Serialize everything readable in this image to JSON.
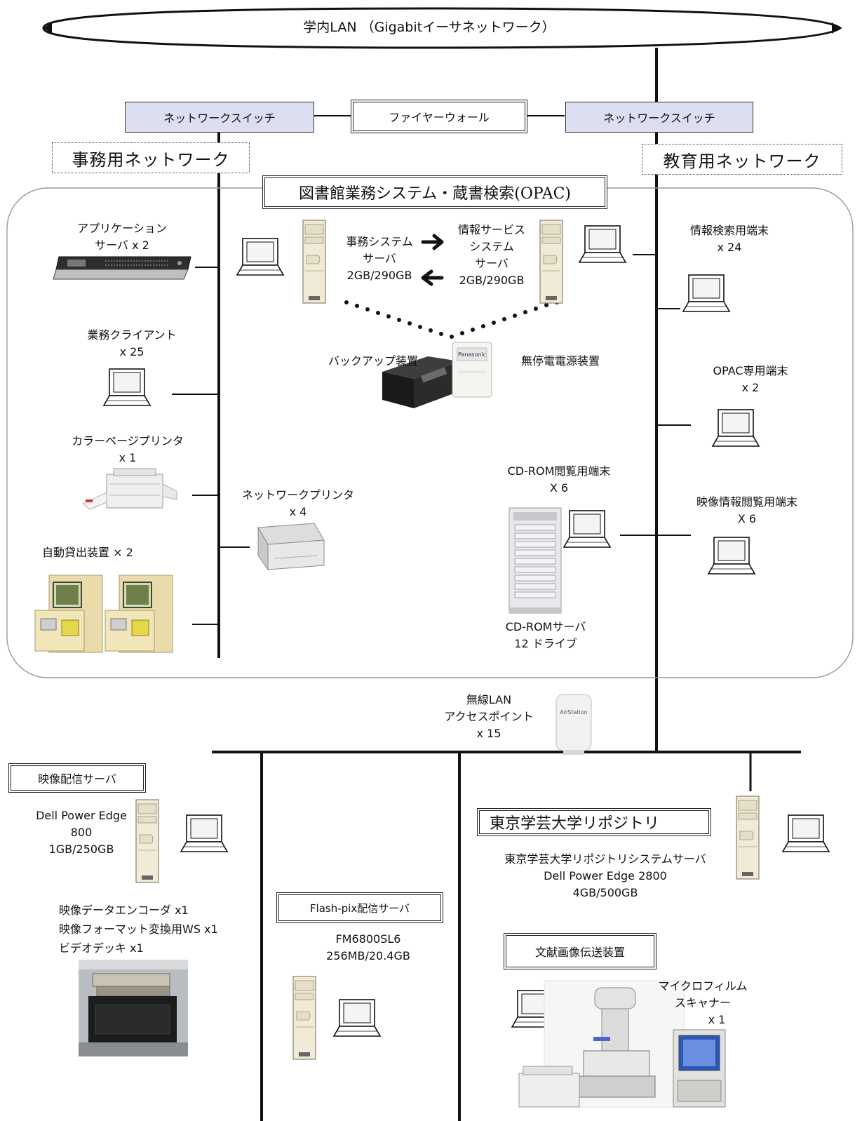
{
  "lan": {
    "label": "学内LAN （Gigabitイーサネットワーク）"
  },
  "switches": {
    "left": "ネットワークスイッチ",
    "right": "ネットワークスイッチ"
  },
  "firewall": {
    "label": "ファイヤーウォール"
  },
  "networks": {
    "admin": "事務用ネットワーク",
    "education": "教育用ネットワーク"
  },
  "library_system": {
    "title": "図書館業務システム・蔵書検索(OPAC)",
    "admin_server": [
      "事務システム",
      "サーバ",
      "2GB/290GB"
    ],
    "info_server": [
      "情報サービス",
      "システム",
      "サーバ",
      "2GB/290GB"
    ],
    "backup": "バックアップ装置",
    "ups": "無停電電源装置"
  },
  "admin_devices": {
    "app_server": [
      "アプリケーション",
      "サーバ x 2"
    ],
    "clients": [
      "業務クライアント",
      "x 25"
    ],
    "color_printer": [
      "カラーページプリンタ",
      "x 1"
    ],
    "net_printer": [
      "ネットワークプリンタ",
      "x 4"
    ],
    "auto_lending": "自動貸出装置 × 2"
  },
  "edu_devices": {
    "search_terminals": [
      "情報検索用端末",
      "x 24"
    ],
    "opac_terminals": [
      "OPAC専用端末",
      "x 2"
    ],
    "cdrom_terminals": [
      "CD-ROM閲覧用端末",
      "X 6"
    ],
    "video_terminals": [
      "映像情報閲覧用端末",
      "X 6"
    ],
    "cdrom_server": [
      "CD-ROMサーバ",
      "12 ドライブ"
    ]
  },
  "wireless": [
    "無線LAN",
    "アクセスポイント",
    "x 15"
  ],
  "video_server": {
    "title": "映像配信サーバ",
    "spec": [
      "Dell Power Edge",
      "800",
      "1GB/250GB"
    ],
    "equipment": [
      "映像データエンコーダ x1",
      "映像フォーマット変換用WS x1",
      "ビデオデッキ x1"
    ]
  },
  "flash_server": {
    "title": "Flash-pix配信サーバ",
    "spec": [
      "FM6800SL6",
      "256MB/20.4GB"
    ]
  },
  "repository": {
    "title": "東京学芸大学リポジトリ",
    "spec": [
      "東京学芸大学リポジトリシステムサーバ",
      "Dell Power Edge 2800",
      "4GB/500GB"
    ]
  },
  "doc_transfer": {
    "title": "文献画像伝送装置",
    "scanner": [
      "マイクロフィルム",
      "スキャナー",
      "x 1"
    ]
  }
}
